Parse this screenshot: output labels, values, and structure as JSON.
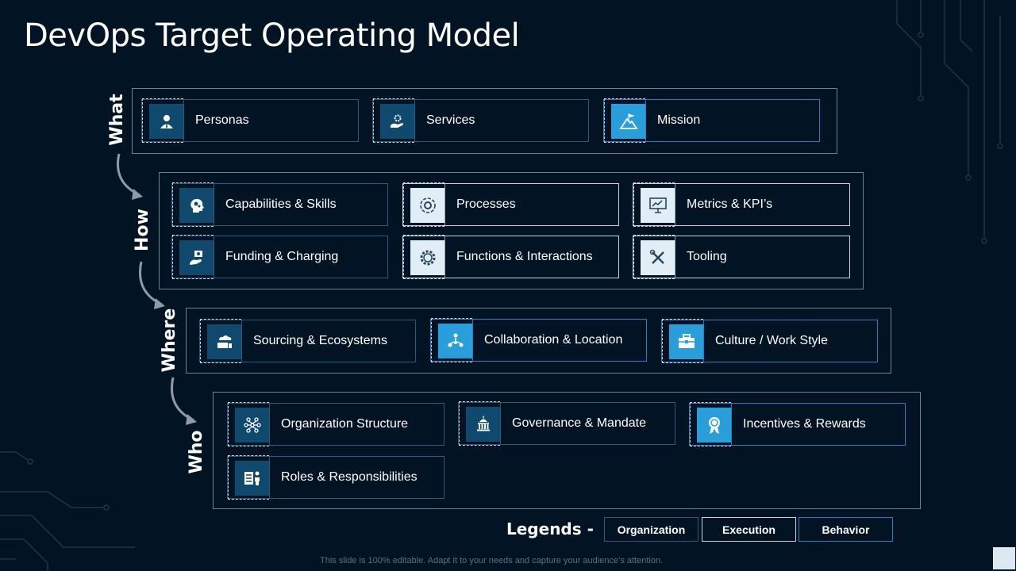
{
  "title": "DevOps Target Operating Model",
  "groups": [
    {
      "label": "What",
      "items": [
        {
          "label": "Personas",
          "type": "org",
          "icon": "person-icon"
        },
        {
          "label": "Services",
          "type": "org",
          "icon": "hand-gear-icon"
        },
        {
          "label": "Mission",
          "type": "beh",
          "icon": "mountain-flag-icon"
        }
      ]
    },
    {
      "label": "How",
      "items": [
        {
          "label": "Capabilities & Skills",
          "type": "org",
          "icon": "head-gears-icon"
        },
        {
          "label": "Processes",
          "type": "exec",
          "icon": "process-cycle-icon"
        },
        {
          "label": "Metrics & KPI’s",
          "type": "exec",
          "icon": "presentation-chart-icon"
        },
        {
          "label": "Funding & Charging",
          "type": "org",
          "icon": "money-hand-icon"
        },
        {
          "label": "Functions  & Interactions",
          "type": "exec",
          "icon": "gear-icon"
        },
        {
          "label": "Tooling",
          "type": "exec",
          "icon": "tools-icon"
        }
      ]
    },
    {
      "label": "Where",
      "items": [
        {
          "label": "Sourcing & Ecosystems",
          "type": "org",
          "icon": "cloud-server-icon"
        },
        {
          "label": "Collaboration & Location",
          "type": "beh",
          "icon": "people-network-icon"
        },
        {
          "label": "Culture  / Work Style",
          "type": "beh",
          "icon": "briefcase-icon"
        }
      ]
    },
    {
      "label": "Who",
      "items": [
        {
          "label": "Organization  Structure",
          "type": "org",
          "icon": "org-chart-icon"
        },
        {
          "label": "Governance  & Mandate",
          "type": "org",
          "icon": "government-building-icon"
        },
        {
          "label": "Incentives  & Rewards",
          "type": "beh",
          "icon": "award-ribbon-icon"
        },
        {
          "label": "Roles & Responsibilities",
          "type": "org",
          "icon": "person-checklist-icon"
        }
      ]
    }
  ],
  "legend": {
    "title": "Legends -",
    "items": [
      "Organization",
      "Execution",
      "Behavior"
    ]
  },
  "footer": "This slide is 100% editable. Adapt it to your needs and capture your audience’s attention.",
  "colors": {
    "background": "#021424",
    "organization": "#0f4a6e",
    "execution": "#e2eef6",
    "behavior": "#2a9ddb"
  }
}
